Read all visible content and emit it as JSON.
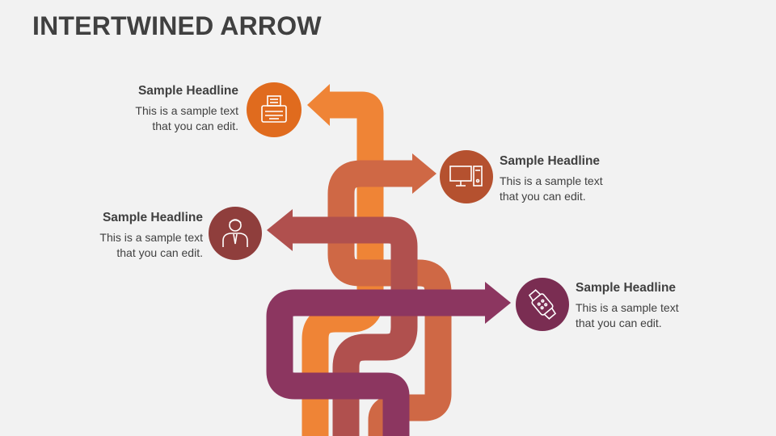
{
  "title": "INTERTWINED ARROW",
  "colors": {
    "orange": "#ef8436",
    "rust": "#cf6845",
    "brick": "#b0504e",
    "plum": "#8c3660",
    "icon_orange": "#e06b1e",
    "icon_rust": "#b5512f",
    "icon_brick": "#8f3e3c",
    "icon_plum": "#7a2d52"
  },
  "items": [
    {
      "headline": "Sample Headline",
      "line1": "This is a sample text",
      "line2": "that you can edit.",
      "icon": "typewriter-icon"
    },
    {
      "headline": "Sample Headline",
      "line1": "This is a sample text",
      "line2": "that you can edit.",
      "icon": "desktop-computer-icon"
    },
    {
      "headline": "Sample Headline",
      "line1": "This is a sample text",
      "line2": "that you can edit.",
      "icon": "businessman-icon"
    },
    {
      "headline": "Sample Headline",
      "line1": "This is a sample text",
      "line2": "that you can edit.",
      "icon": "smartwatch-icon"
    }
  ]
}
